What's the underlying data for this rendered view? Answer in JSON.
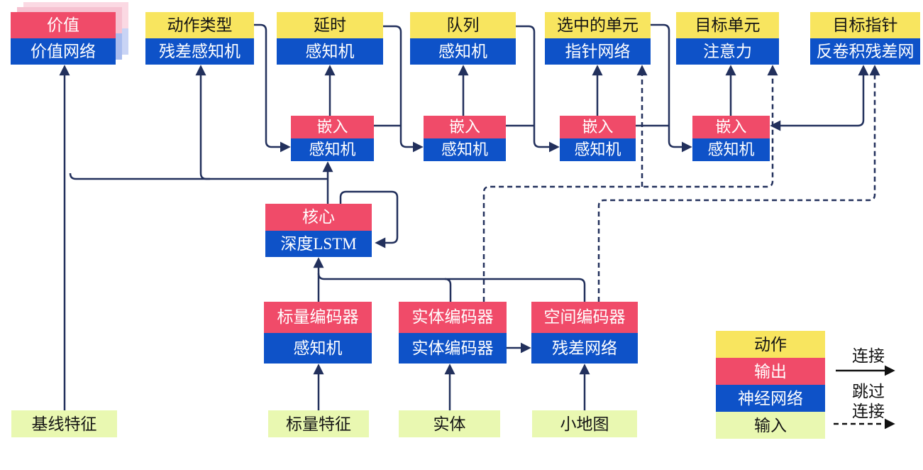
{
  "nodes": {
    "value": {
      "top": "价值",
      "bottom": "价值网络"
    },
    "action_type": {
      "top": "动作类型",
      "bottom": "残差感知机"
    },
    "delay": {
      "top": "延时",
      "bottom": "感知机"
    },
    "queue": {
      "top": "队列",
      "bottom": "感知机"
    },
    "selected_units": {
      "top": "选中的单元",
      "bottom": "指针网络"
    },
    "target_unit": {
      "top": "目标单元",
      "bottom": "注意力"
    },
    "target_point": {
      "top": "目标指针",
      "bottom": "反卷积残差网"
    },
    "embed1": {
      "top": "嵌入",
      "bottom": "感知机"
    },
    "embed2": {
      "top": "嵌入",
      "bottom": "感知机"
    },
    "embed3": {
      "top": "嵌入",
      "bottom": "感知机"
    },
    "embed4": {
      "top": "嵌入",
      "bottom": "感知机"
    },
    "core": {
      "top": "核心",
      "bottom": "深度LSTM"
    },
    "scalar_encoder": {
      "top": "标量编码器",
      "bottom": "感知机"
    },
    "entity_encoder": {
      "top": "实体编码器",
      "bottom": "实体编码器"
    },
    "spatial_encoder": {
      "top": "空间编码器",
      "bottom": "残差网络"
    }
  },
  "inputs": {
    "baseline_features": "基线特征",
    "scalar_features": "标量特征",
    "entities": "实体",
    "minimap": "小地图"
  },
  "legend": {
    "action": "动作",
    "output": "输出",
    "neural_network": "神经网络",
    "input": "输入",
    "connection": "连接",
    "skip_line1": "跳过",
    "skip_line2": "连接"
  },
  "colors": {
    "action_yellow": "#f8e55f",
    "output_red": "#f04b69",
    "network_blue": "#0e52c8",
    "input_green": "#e9f8b1",
    "wire_navy": "#22305c",
    "legend_arrow_black": "#111111"
  }
}
